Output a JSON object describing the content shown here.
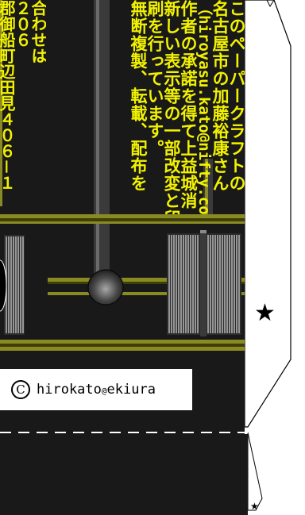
{
  "credit_lines": [
    "このペーパークラフトの",
    "名古屋市の加藤裕康さん",
    "（hiroyasu.kato@nifty.com）",
    "作者の承諾を得て上益城消",
    "新しい表示等の一部改変と印",
    "刷を行っています。",
    "無断複製、転載、配布を"
  ],
  "left_fragment_lines": [
    "合わせは",
    "２０６",
    "郡御船町辺田見４０６－１"
  ],
  "copyright": {
    "symbol": "C",
    "handle": "hirokato",
    "at": "@",
    "domain": "ekiura"
  },
  "star_large": "★",
  "star_small": "★",
  "colors": {
    "panel": "#191919",
    "text_yellow": "#f2f200",
    "rail": "#8a8a22",
    "rail_dark": "#3e3e0a",
    "grille": "#bdbdbd",
    "outline": "#000000"
  }
}
